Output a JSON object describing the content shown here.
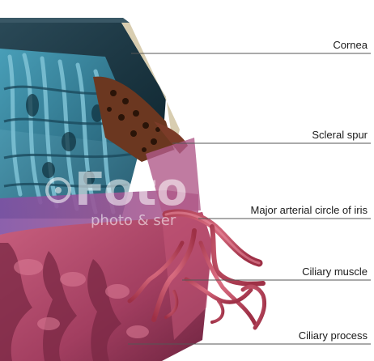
{
  "labels": {
    "cornea": "Cornea",
    "scleral_spur": "Scleral spur",
    "major_arterial_circle": "Major arterial circle of iris",
    "ciliary_muscle": "Ciliary muscle",
    "ciliary_process": "Ciliary process"
  },
  "watermark": {
    "brand": "Foto",
    "tagline": "photo & ser"
  },
  "colors": {
    "background": "#ffffff",
    "leader_line": "#555555",
    "meshwork": "#2f7a92",
    "meshwork_dark": "#15465a",
    "cornea": "#1e3b48",
    "sclera_edge": "#d9cfb3",
    "ciliary_body": "#b24a6c",
    "iris_band": "#9a4e8e",
    "vessels": "#c44a5e",
    "pigment": "#6b3720"
  }
}
